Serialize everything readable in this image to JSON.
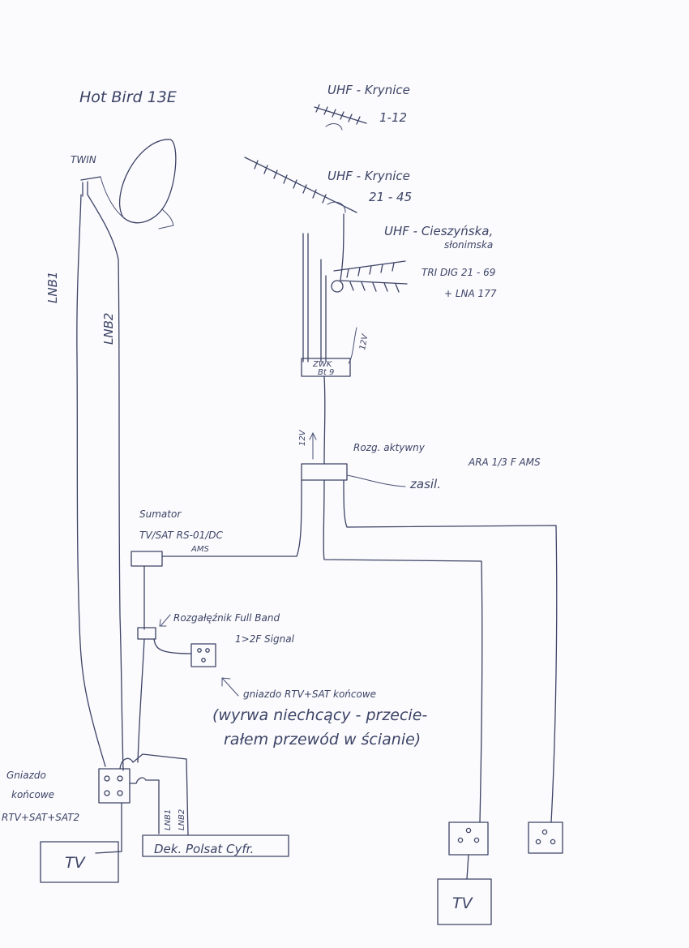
{
  "satellite": {
    "title": "Hot Bird 13E",
    "lnb_label": "TWIN",
    "cable_1": "LNB1",
    "cable_2": "LNB2"
  },
  "antennas": [
    {
      "label": "UHF - Krynice",
      "channels": "1-12"
    },
    {
      "label": "UHF - Krynice",
      "channels": "21 - 45"
    },
    {
      "label": "UHF - Cieszyńska,",
      "label2": "słonimska",
      "model": "TRI DIG 21 - 69",
      "amp": "+ LNA 177"
    }
  ],
  "combiner": {
    "line1": "ZWK",
    "line2": "Bt 9",
    "power_note": "12V"
  },
  "splitter": {
    "label": "Rozg. aktywny",
    "model": "ARA 1/3 F AMS",
    "supply": "zasil.",
    "arrow_label": "12V"
  },
  "summator": {
    "line1": "Sumator",
    "line2": "TV/SAT RS-01/DC",
    "line3": "AMS"
  },
  "full_band_splitter": {
    "line1": "Rozgałęźnik Full Band",
    "line2": "1>2F Signal"
  },
  "wall_outlet": {
    "line1": "gniazdo RTV+SAT końcowe",
    "line2": "(wyrwa niechcący - przecie-",
    "line3": "rałem przewód w ścianie)"
  },
  "terminal_outlet": {
    "line1": "Gniazdo",
    "line2": "końcowe",
    "line3": "RTV+SAT+SAT2"
  },
  "decoder": {
    "label": "Dek. Polsat Cyfr.",
    "lnb1": "LNB1",
    "lnb2": "LNB2"
  },
  "tv_sets": [
    "TV",
    "TV"
  ]
}
